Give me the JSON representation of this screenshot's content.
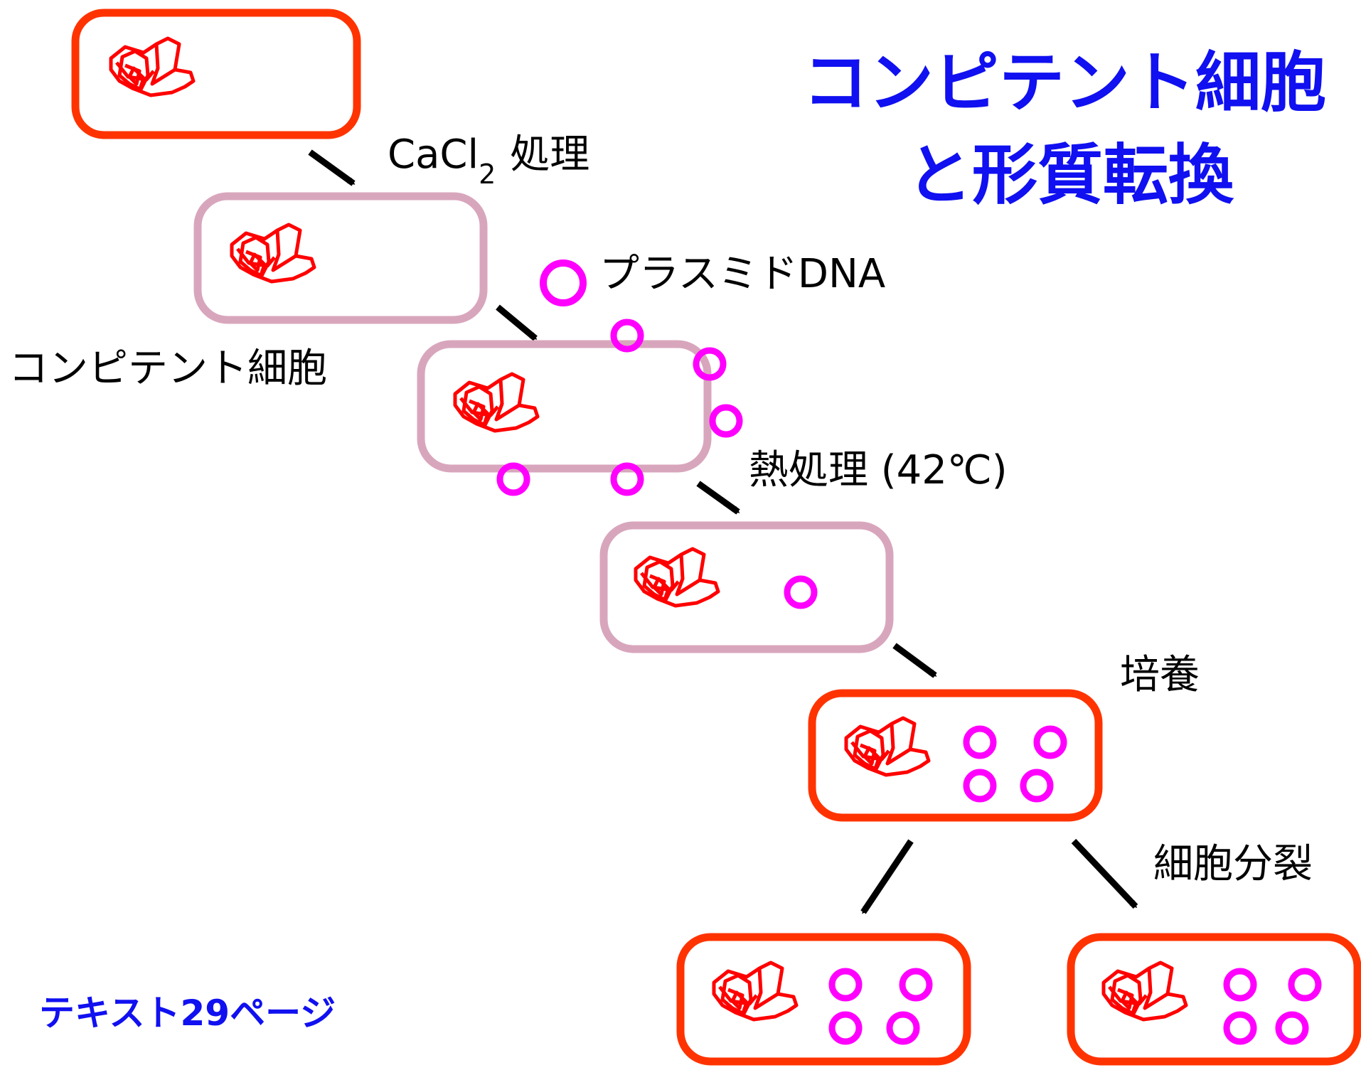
{
  "title": {
    "line1": "コンピテント細胞",
    "line2": "と形質転換"
  },
  "labels": {
    "cacl2": "CaCl",
    "cacl2_sub": "2",
    "cacl2_treatment": "処理",
    "competent_cell": "コンピテント細胞",
    "plasmid_dna": "プラスミドDNA",
    "heat_shock": "熱処理 (42℃)",
    "culture": "培養",
    "cell_division": "細胞分裂"
  },
  "footnote": "テキスト29ページ",
  "colors": {
    "title": "#1010f0",
    "footnote": "#1010f0",
    "cell_normal": "#ff3300",
    "cell_competent": "#d8a6bc",
    "chromosome": "#ff0000",
    "plasmid": "#ff00ff",
    "arrow": "#000000"
  }
}
